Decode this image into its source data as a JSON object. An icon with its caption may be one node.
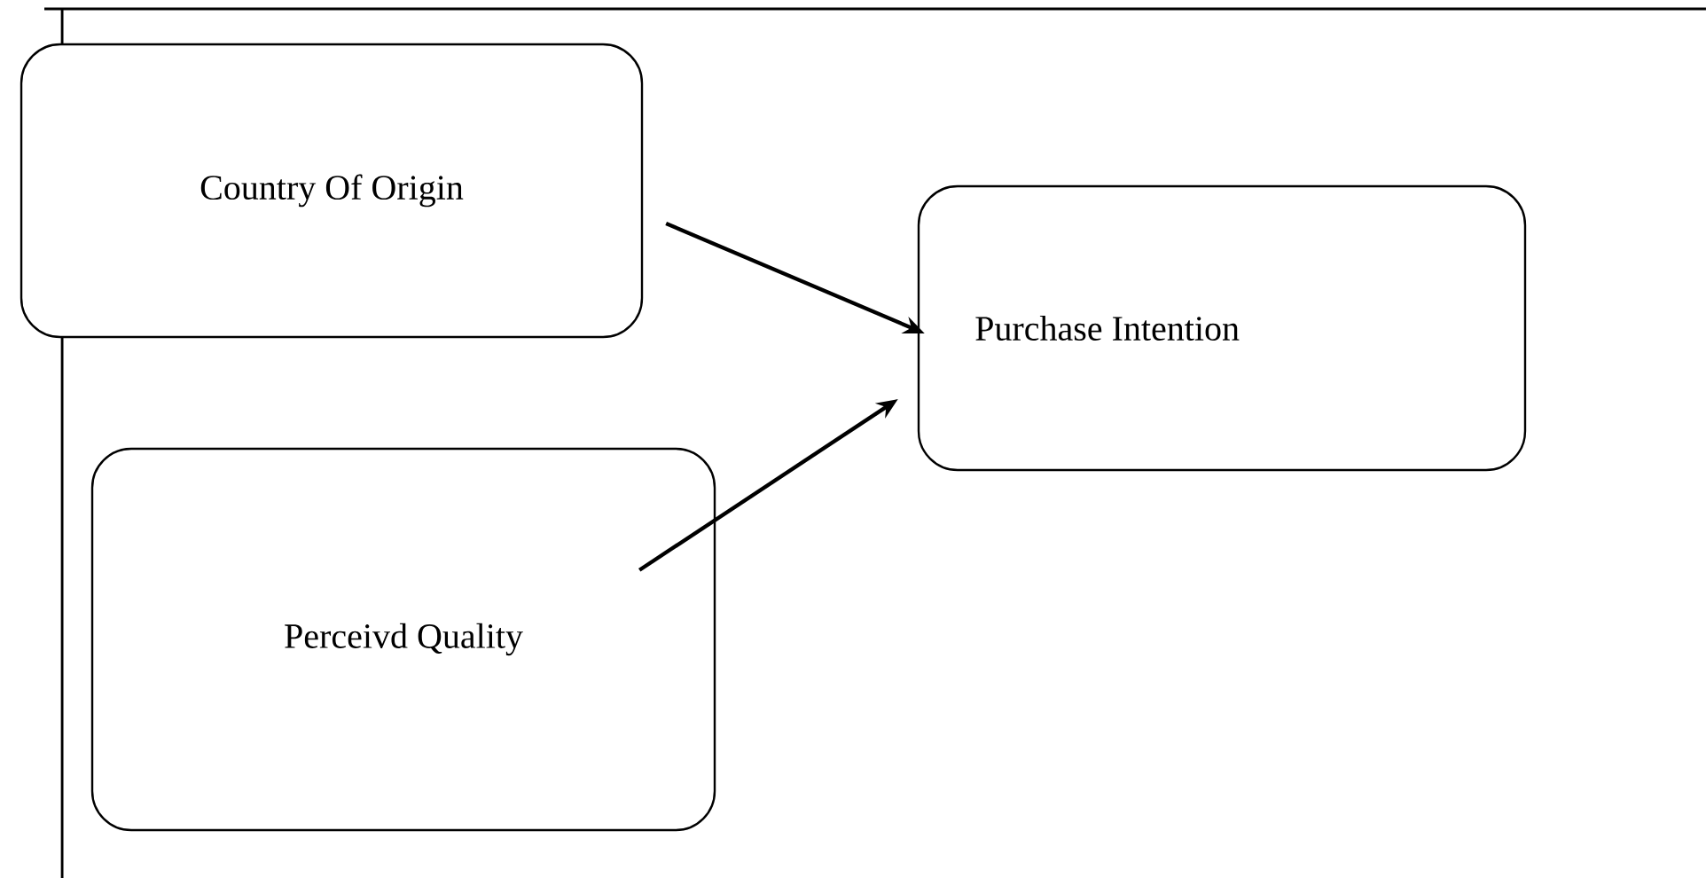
{
  "diagram": {
    "nodes": [
      {
        "text": [
          "Country Of Origin"
        ]
      },
      {
        "text": [
          "Purchase Intention"
        ]
      },
      {
        "text": [
          "Perceivd Quality"
        ]
      }
    ],
    "edges": [
      {
        "from": 0,
        "to": 1,
        "arrow": "to"
      },
      {
        "from": 2,
        "to": 1,
        "arrow": "to"
      }
    ]
  }
}
